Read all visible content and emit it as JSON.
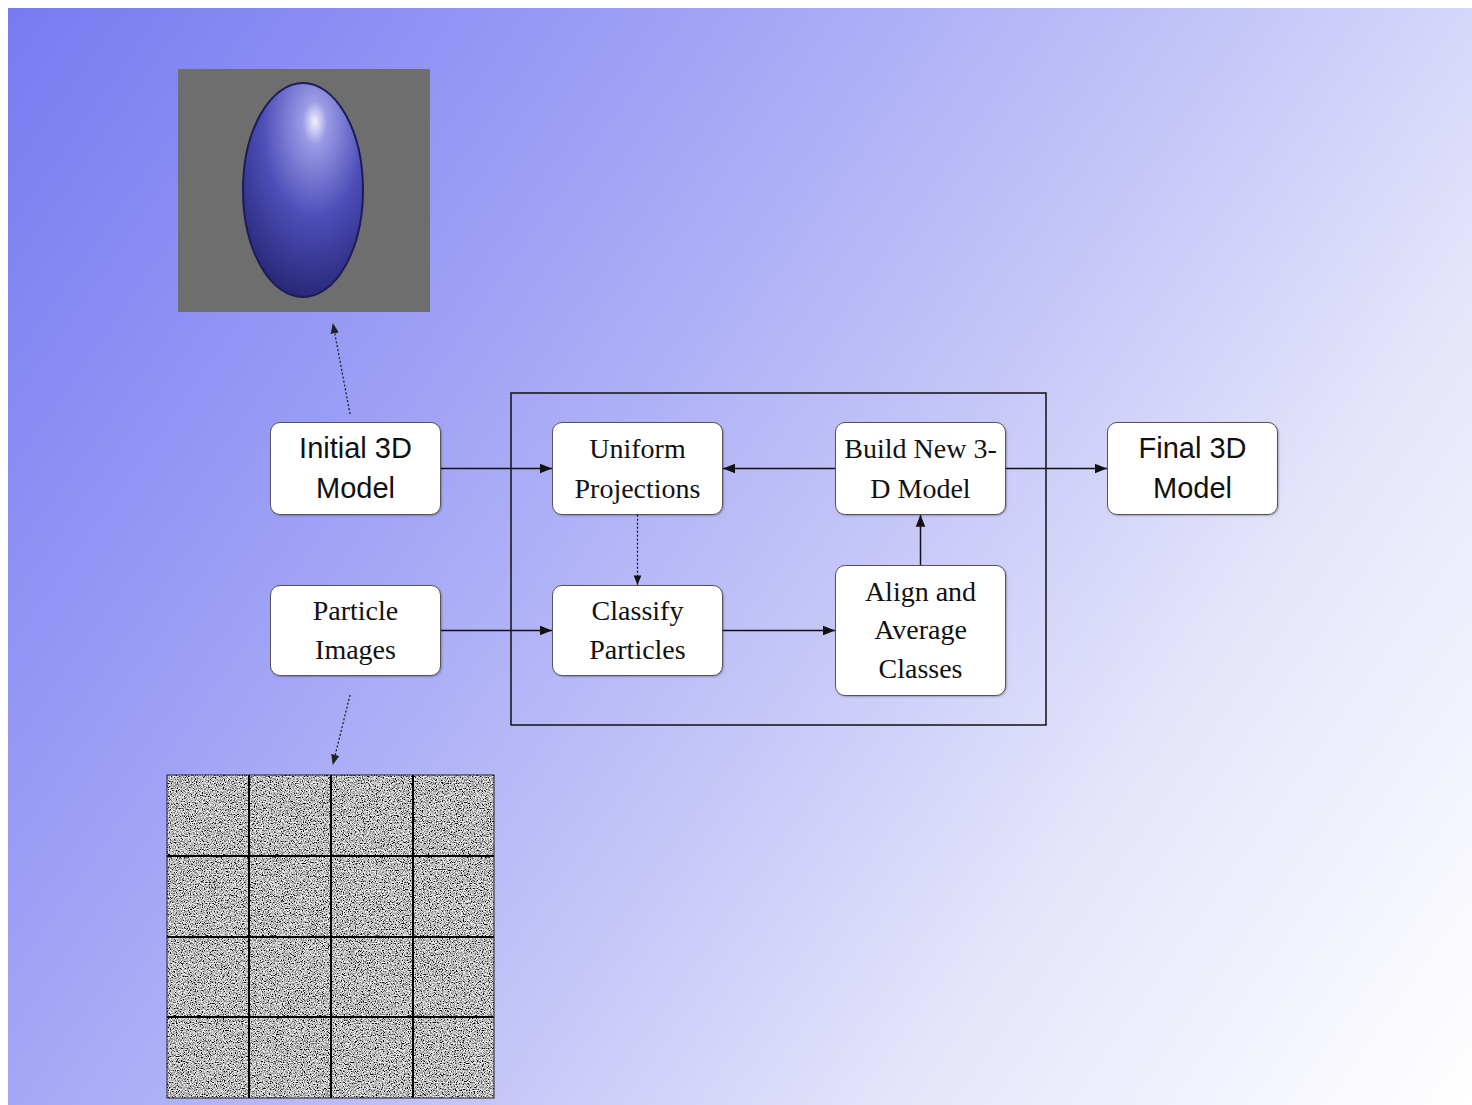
{
  "diagram": {
    "nodes": [
      {
        "text": [
          "Initial 3D Model"
        ]
      },
      {
        "text": [
          "Uniform Projections"
        ]
      },
      {
        "text": [
          "Build New 3-D Model"
        ]
      },
      {
        "text": [
          "Final 3D Model"
        ]
      },
      {
        "text": [
          "Particle Images"
        ]
      },
      {
        "text": [
          "Classify Particles"
        ]
      },
      {
        "text": [
          "Align and Average Classes"
        ]
      }
    ],
    "edges": [
      {
        "from": 0,
        "to": 1,
        "arrow": "to"
      },
      {
        "from": 2,
        "to": 1,
        "arrow": "to"
      },
      {
        "from": 2,
        "to": 3,
        "arrow": "to"
      },
      {
        "from": 1,
        "to": 5,
        "arrow": "to"
      },
      {
        "from": 4,
        "to": 5,
        "arrow": "to"
      },
      {
        "from": 5,
        "to": 6,
        "arrow": "to"
      },
      {
        "from": 6,
        "to": 2,
        "arrow": "to"
      }
    ]
  }
}
